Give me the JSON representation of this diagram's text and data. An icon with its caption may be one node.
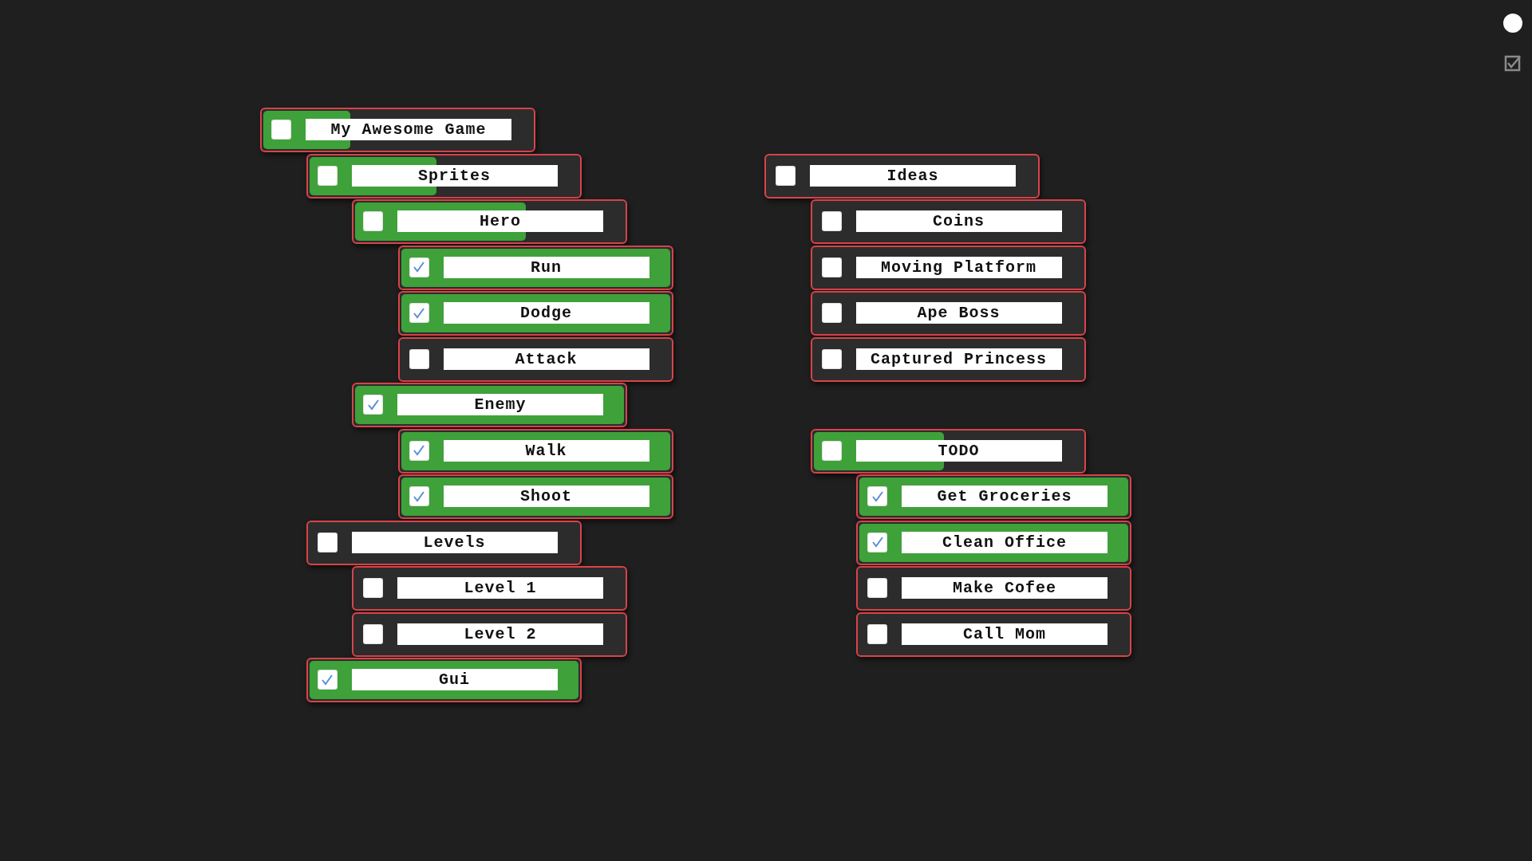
{
  "diagram": {
    "nodes": [
      {
        "text": [
          "My Awesome Game"
        ]
      },
      {
        "text": [
          "Sprites"
        ]
      },
      {
        "text": [
          "Hero"
        ]
      },
      {
        "text": [
          "Run"
        ]
      },
      {
        "text": [
          "Dodge"
        ]
      },
      {
        "text": [
          "Attack"
        ]
      },
      {
        "text": [
          "Enemy"
        ]
      },
      {
        "text": [
          "Walk"
        ]
      },
      {
        "text": [
          "Shoot"
        ]
      },
      {
        "text": [
          "Levels"
        ]
      },
      {
        "text": [
          "Level 1"
        ]
      },
      {
        "text": [
          "Level 2"
        ]
      },
      {
        "text": [
          "Gui"
        ]
      },
      {
        "text": [
          "Ideas"
        ]
      },
      {
        "text": [
          "Coins"
        ]
      },
      {
        "text": [
          "Moving Platform"
        ]
      },
      {
        "text": [
          "Ape Boss"
        ]
      },
      {
        "text": [
          "Captured Princess"
        ]
      },
      {
        "text": [
          "TODO"
        ]
      },
      {
        "text": [
          "Get Groceries"
        ]
      },
      {
        "text": [
          "Clean Office"
        ]
      },
      {
        "text": [
          "Make Cofee"
        ]
      },
      {
        "text": [
          "Call Mom"
        ]
      }
    ]
  }
}
